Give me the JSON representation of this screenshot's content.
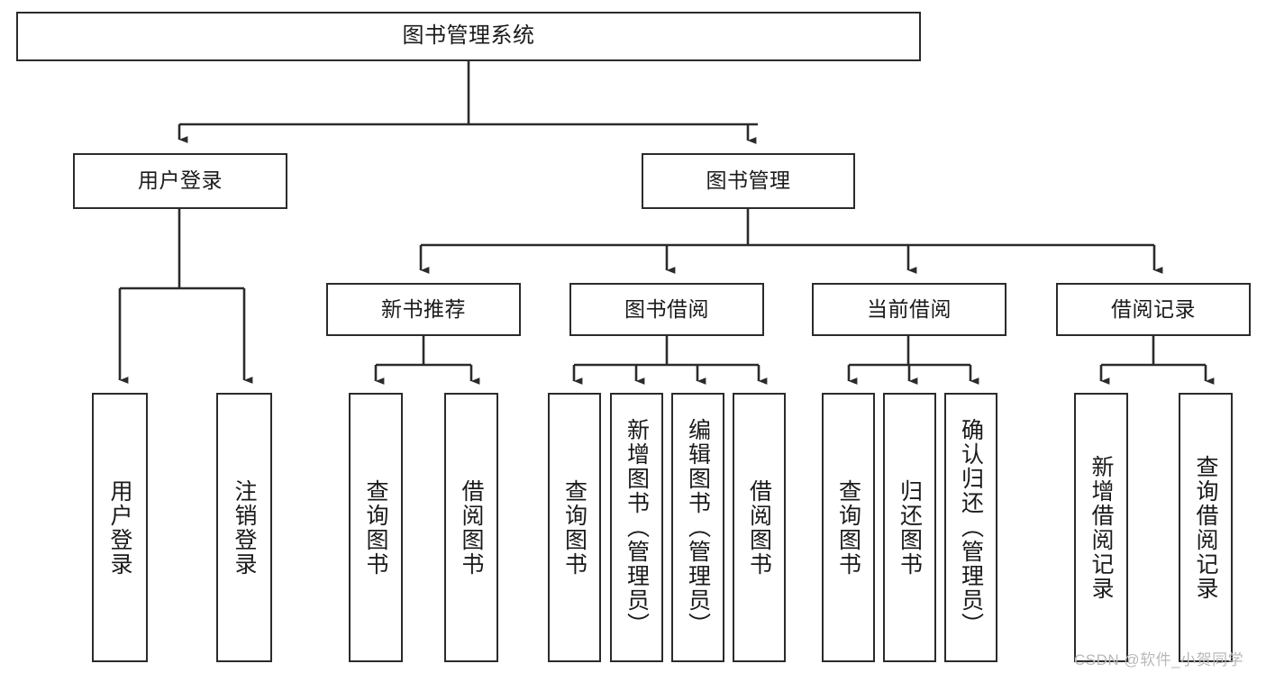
{
  "diagram": {
    "type": "tree-hierarchy-diagram",
    "title": "图书管理系统",
    "orientation": "top-down",
    "colors": {
      "box_border": "#2b2b2b",
      "box_fill": "#ffffff",
      "connector": "#2b2b2b",
      "text": "#1a1a1a",
      "watermark": "#b9b9b9",
      "background": "#ffffff"
    },
    "levels": {
      "root": {
        "label": "图书管理系统"
      },
      "level2": [
        {
          "id": "user-login",
          "label": "用户登录"
        },
        {
          "id": "book-management",
          "label": "图书管理"
        }
      ],
      "level3": [
        {
          "id": "new-book-recommend",
          "label": "新书推荐",
          "parent": "book-management"
        },
        {
          "id": "book-borrow",
          "label": "图书借阅",
          "parent": "book-management"
        },
        {
          "id": "current-borrow",
          "label": "当前借阅",
          "parent": "book-management"
        },
        {
          "id": "borrow-record",
          "label": "借阅记录",
          "parent": "book-management"
        }
      ],
      "leaves": [
        {
          "id": "leaf-user-login",
          "label": "用户登录",
          "parent": "user-login"
        },
        {
          "id": "leaf-logout-login",
          "label": "注销登录",
          "parent": "user-login"
        },
        {
          "id": "leaf-query-book-1",
          "label": "查询图书",
          "parent": "new-book-recommend"
        },
        {
          "id": "leaf-borrow-book-1",
          "label": "借阅图书",
          "parent": "new-book-recommend"
        },
        {
          "id": "leaf-query-book-2",
          "label": "查询图书",
          "parent": "book-borrow"
        },
        {
          "id": "leaf-add-book",
          "label": "新增图书（管理员）",
          "parent": "book-borrow"
        },
        {
          "id": "leaf-edit-book",
          "label": "编辑图书（管理员）",
          "parent": "book-borrow"
        },
        {
          "id": "leaf-borrow-book-2",
          "label": "借阅图书",
          "parent": "book-borrow"
        },
        {
          "id": "leaf-query-book-3",
          "label": "查询图书",
          "parent": "current-borrow"
        },
        {
          "id": "leaf-return-book",
          "label": "归还图书",
          "parent": "current-borrow"
        },
        {
          "id": "leaf-confirm-return",
          "label": "确认归还（管理员）",
          "parent": "current-borrow"
        },
        {
          "id": "leaf-add-record",
          "label": "新增借阅记录",
          "parent": "borrow-record"
        },
        {
          "id": "leaf-query-record",
          "label": "查询借阅记录",
          "parent": "borrow-record"
        }
      ]
    }
  },
  "watermark": {
    "text": "CSDN @软件_小贺同学"
  }
}
